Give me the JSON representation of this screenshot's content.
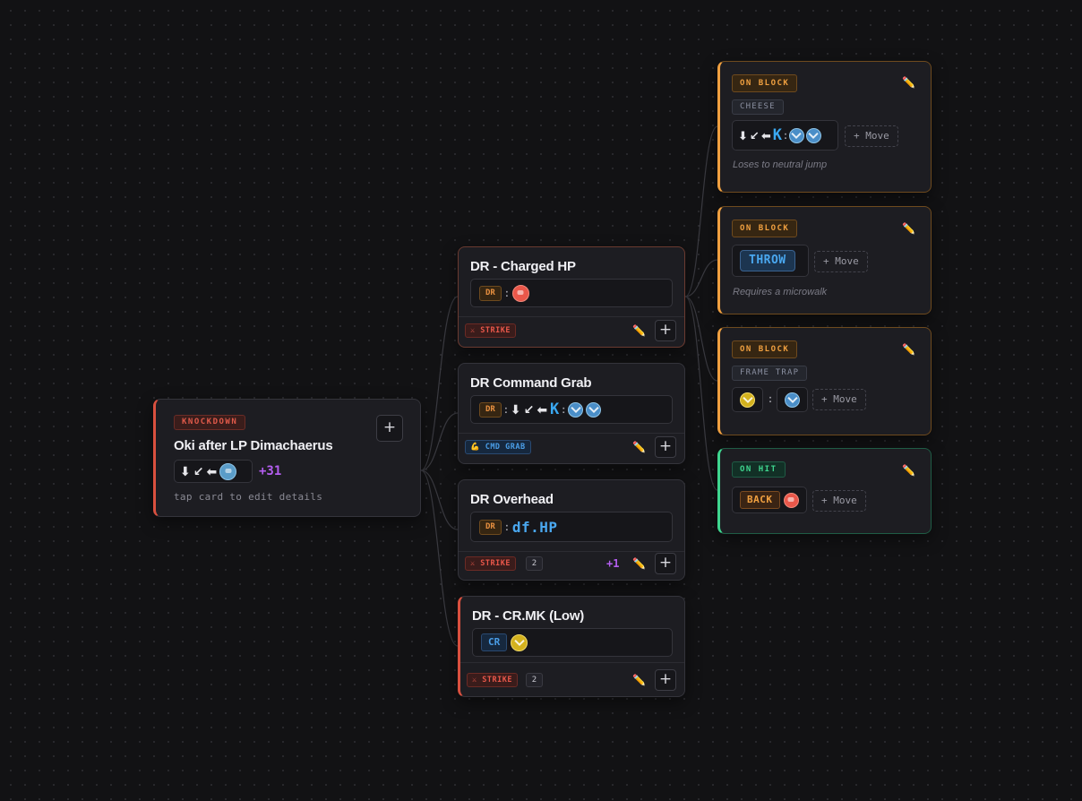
{
  "root": {
    "tag": "KNOCKDOWN",
    "title": "Oki after LP Dimachaerus",
    "advantage": "+31",
    "hint": "tap card to edit details",
    "add_symbol": "+",
    "inputs": [
      "down-arrow",
      "down-back-arrow",
      "back-arrow",
      "light-punch-icon"
    ]
  },
  "column2": [
    {
      "title": "DR - Charged HP",
      "prefix": "DR",
      "inputs": [
        "heavy-punch-icon"
      ],
      "type_tag": "⚔ STRIKE",
      "count": "",
      "advantage": "",
      "edit_icon": "✏️",
      "add_symbol": "+"
    },
    {
      "title": "DR Command Grab",
      "prefix": "DR",
      "motion_letter": "K",
      "inputs": [
        "down-arrow",
        "down-back-arrow",
        "back-arrow",
        "light-kick-icon",
        "medium-kick-icon"
      ],
      "type_tag": "💪 CMD GRAB",
      "count": "",
      "advantage": "",
      "edit_icon": "✏️",
      "add_symbol": "+"
    },
    {
      "title": "DR Overhead",
      "prefix": "DR",
      "notation": "df.HP",
      "type_tag": "⚔ STRIKE",
      "count": "2",
      "advantage": "+1",
      "edit_icon": "✏️",
      "add_symbol": "+"
    },
    {
      "title": "DR - CR.MK (Low)",
      "prefix": "CR",
      "inputs": [
        "medium-kick-yellow-icon"
      ],
      "type_tag": "⚔ STRIKE",
      "count": "2",
      "advantage": "",
      "edit_icon": "✏️",
      "add_symbol": "+"
    }
  ],
  "column3": [
    {
      "tag": "ON BLOCK",
      "subtag": "CHEESE",
      "motion_letter": "K",
      "inputs": [
        "down-arrow",
        "down-back-arrow",
        "back-arrow",
        "light-kick-icon",
        "medium-kick-icon"
      ],
      "move_btn": "+ Move",
      "note": "Loses to neutral jump",
      "edit_icon": "✏️"
    },
    {
      "tag": "ON BLOCK",
      "throw_label": "THROW",
      "move_btn": "+ Move",
      "note": "Requires a microwalk",
      "edit_icon": "✏️"
    },
    {
      "tag": "ON BLOCK",
      "subtag": "FRAME TRAP",
      "separator": ":",
      "move_btn": "+ Move",
      "edit_icon": "✏️"
    },
    {
      "tag": "ON HIT",
      "back_label": "BACK",
      "move_btn": "+ Move",
      "edit_icon": "✏️"
    }
  ],
  "colors": {
    "accent_red": "#e05a4a",
    "accent_orange": "#f0a040",
    "accent_green": "#3fd68f",
    "accent_blue": "#4aa8f0",
    "accent_purple": "#b45ef0"
  }
}
